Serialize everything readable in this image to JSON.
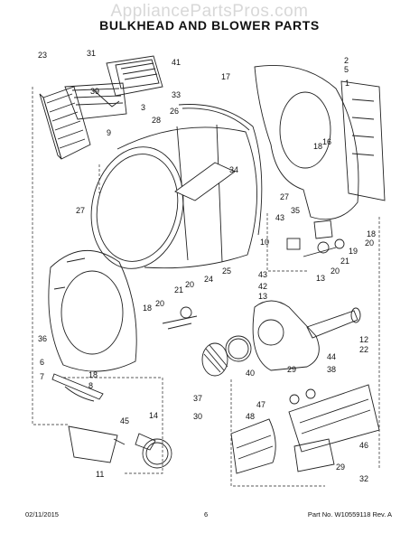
{
  "watermark": "AppliancePartsPros.com",
  "title": "BULKHEAD AND BLOWER PARTS",
  "callouts": [
    "23",
    "31",
    "41",
    "33",
    "39",
    "3",
    "9",
    "27",
    "26",
    "28",
    "34",
    "17",
    "2",
    "5",
    "1",
    "16",
    "18",
    "27",
    "35",
    "43",
    "10",
    "18",
    "20",
    "19",
    "21",
    "20",
    "25",
    "43",
    "42",
    "13",
    "13",
    "24",
    "21",
    "20",
    "18",
    "20",
    "12",
    "22",
    "36",
    "44",
    "40",
    "6",
    "7",
    "18",
    "8",
    "37",
    "29",
    "38",
    "47",
    "14",
    "45",
    "30",
    "48",
    "46",
    "11",
    "29",
    "32"
  ],
  "footer": {
    "date": "02/11/2015",
    "page": "6",
    "part_no": "Part No. W10559118  Rev. A"
  }
}
